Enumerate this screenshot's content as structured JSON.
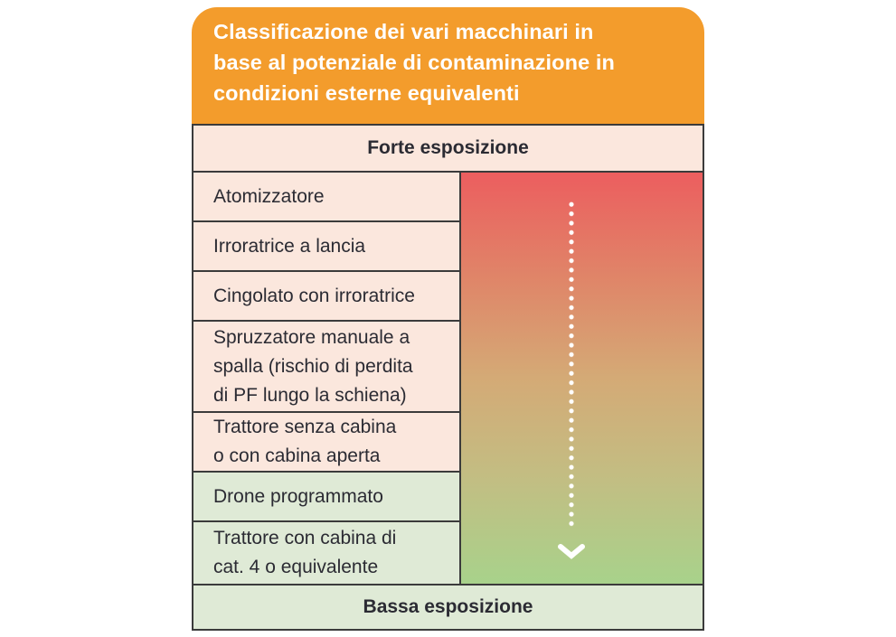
{
  "title": "Classificazione dei vari macchinari in\nbase al potenziale di contaminazione in\ncondizioni esterne equivalenti",
  "exposure_scale": {
    "top_label": "Forte esposizione",
    "bottom_label": "Bassa esposizione",
    "arrow": {
      "direction": "down",
      "style": "dotted",
      "color": "#ffffff"
    }
  },
  "machines": [
    {
      "label": "Atomizzatore",
      "level": "high"
    },
    {
      "label": "Irroratrice a lancia",
      "level": "high"
    },
    {
      "label": "Cingolato con irroratrice",
      "level": "high"
    },
    {
      "label": "Spruzzatore manuale a\nspalla (rischio di perdita\ndi PF lungo la schiena)",
      "level": "high"
    },
    {
      "label": "Trattore senza cabina\no con cabina aperta",
      "level": "high"
    },
    {
      "label": "Drone programmato",
      "level": "low"
    },
    {
      "label": "Trattore con cabina di\ncat. 4 o equivalente",
      "level": "low"
    }
  ],
  "colors": {
    "header_bg": "#F39C2C",
    "header_text": "#FFFFFF",
    "high_exposure_cell": "#FBE7DD",
    "low_exposure_cell": "#DFEAD6",
    "border": "#3B3B3B",
    "text": "#2B2B33",
    "gradient_stops": [
      "#EC5E5F 0%",
      "#E08468 25%",
      "#D4AA76 50%",
      "#C2BE83 75%",
      "#A8D28B 100%"
    ]
  }
}
